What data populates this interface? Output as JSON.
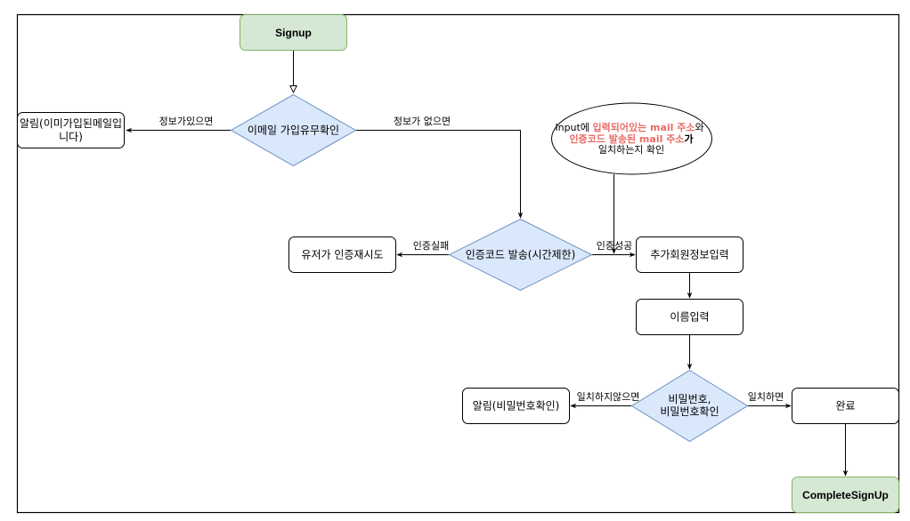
{
  "diagram": {
    "title": "Signup flow",
    "colors": {
      "terminal_fill": "#d5e8d4",
      "terminal_stroke": "#82b366",
      "decision_fill": "#dae8fc",
      "decision_stroke": "#6c8ebf",
      "process_fill": "#ffffff",
      "process_stroke": "#000000",
      "highlight_text": "#ea6b66"
    },
    "nodes": {
      "signup": {
        "label": "Signup",
        "shape": "terminal"
      },
      "email_check": {
        "label": "이메일 가입유무확인",
        "shape": "decision"
      },
      "alert_email_exists": {
        "label_line1": "알림(이미가입된메일입",
        "label_line2": "니다)",
        "shape": "process"
      },
      "send_code": {
        "label": "인증코드 발송(시간제한)",
        "shape": "decision"
      },
      "user_retry": {
        "label": "유저가 인증재시도",
        "shape": "process"
      },
      "verify_note": {
        "shape": "ellipse",
        "line1": [
          {
            "text": "Input에 ",
            "style": "normal"
          },
          {
            "text": "입력되어있는 mail 주소",
            "style": "highlight"
          },
          {
            "text": "와",
            "style": "normal"
          }
        ],
        "line2": [
          {
            "text": "인증코드 발송된 mail 주소",
            "style": "highlight"
          },
          {
            "text": "가",
            "style": "bold"
          }
        ],
        "line3": "일치하는지 확인"
      },
      "extra_info": {
        "label": "추가회원정보입력",
        "shape": "process"
      },
      "name_input": {
        "label": "이름입력",
        "shape": "process"
      },
      "password_check": {
        "label_line1": "비밀번호,",
        "label_line2": "비밀번호확인",
        "shape": "decision"
      },
      "alert_password": {
        "label": "알림(비밀번호확인)",
        "shape": "process"
      },
      "done": {
        "label": "완료",
        "shape": "process"
      },
      "complete_signup": {
        "label": "CompleteSignUp",
        "shape": "terminal"
      }
    },
    "edges": {
      "has_info": "정보가있으면",
      "no_info": "정보가 없으면",
      "auth_fail": "인증실패",
      "auth_success": "인증성공",
      "mismatch": "일치하지않으면",
      "match": "일치하면"
    }
  }
}
